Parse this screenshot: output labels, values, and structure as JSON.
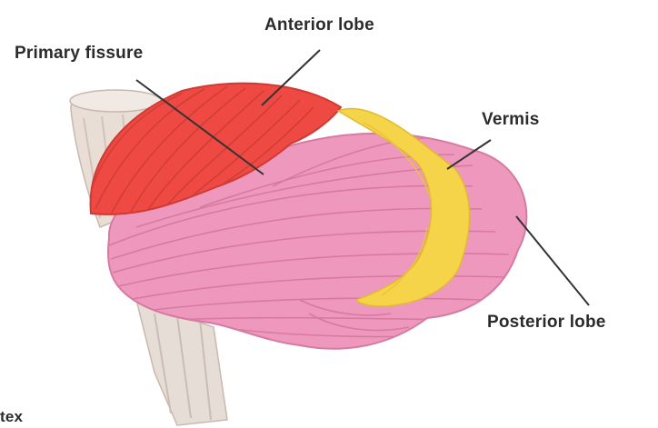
{
  "labels": {
    "primary_fissure": "Primary fissure",
    "anterior_lobe": "Anterior lobe",
    "vermis": "Vermis",
    "posterior_lobe": "Posterior lobe",
    "corner_text": "tex"
  },
  "colors": {
    "anterior_lobe": "#ee4a43",
    "vermis": "#f6d449",
    "posterior_lobe": "#ef98bd",
    "brainstem": "#e6ddd6",
    "leader_lines": "#333333"
  }
}
